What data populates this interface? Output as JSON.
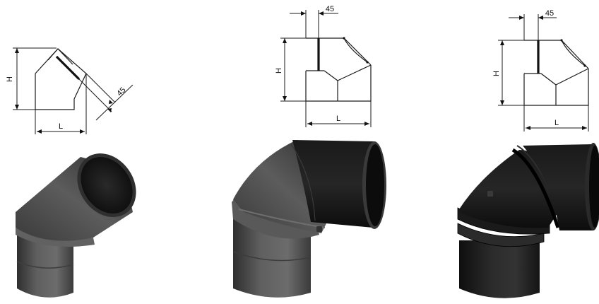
{
  "figures": [
    {
      "name": "elbow-45",
      "height_label": "H",
      "length_label": "L",
      "angle_label": "45",
      "pipe_color": "#4e4e4e",
      "seam_color": "#5a5a5a"
    },
    {
      "name": "elbow-90-segment",
      "height_label": "H",
      "length_label": "L",
      "angle_label": "45",
      "pipe_color": "#505050",
      "seam_color": "#2c2c2c"
    },
    {
      "name": "elbow-90-adjustable",
      "height_label": "H",
      "length_label": "L",
      "angle_label": "45",
      "pipe_color": "#222222",
      "seam_color": "#111111"
    }
  ]
}
